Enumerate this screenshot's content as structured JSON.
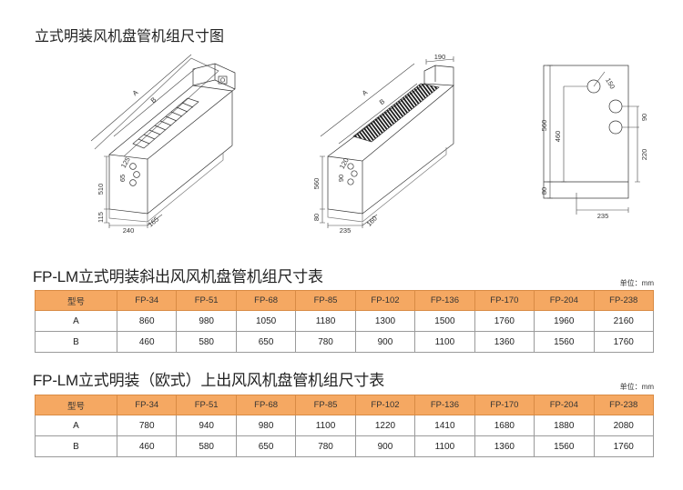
{
  "page_title": "立式明装风机盘管机组尺寸图",
  "drawings": [
    {
      "labels": [
        "A",
        "B",
        "125",
        "65",
        "510",
        "115",
        "240",
        "165"
      ]
    },
    {
      "labels": [
        "190",
        "A",
        "B",
        "120",
        "90",
        "560",
        "80",
        "235",
        "160"
      ]
    },
    {
      "labels": [
        "150",
        "560",
        "460",
        "90",
        "220",
        "80",
        "235"
      ]
    }
  ],
  "tables": [
    {
      "title": "FP-LM立式明装斜出风风机盘管机组尺寸表",
      "unit": "单位：mm",
      "header": [
        "型号",
        "FP-34",
        "FP-51",
        "FP-68",
        "FP-85",
        "FP-102",
        "FP-136",
        "FP-170",
        "FP-204",
        "FP-238"
      ],
      "rows": [
        [
          "A",
          "860",
          "980",
          "1050",
          "1180",
          "1300",
          "1500",
          "1760",
          "1960",
          "2160"
        ],
        [
          "B",
          "460",
          "580",
          "650",
          "780",
          "900",
          "1100",
          "1360",
          "1560",
          "1760"
        ]
      ]
    },
    {
      "title": "FP-LM立式明装（欧式）上出风风机盘管机组尺寸表",
      "unit": "单位：mm",
      "header": [
        "型号",
        "FP-34",
        "FP-51",
        "FP-68",
        "FP-85",
        "FP-102",
        "FP-136",
        "FP-170",
        "FP-204",
        "FP-238"
      ],
      "rows": [
        [
          "A",
          "780",
          "940",
          "980",
          "1100",
          "1220",
          "1410",
          "1680",
          "1880",
          "2080"
        ],
        [
          "B",
          "460",
          "580",
          "650",
          "780",
          "900",
          "1100",
          "1360",
          "1560",
          "1760"
        ]
      ]
    }
  ],
  "colors": {
    "table_header": "#f5a862",
    "table_border": "#9a9a9a"
  }
}
